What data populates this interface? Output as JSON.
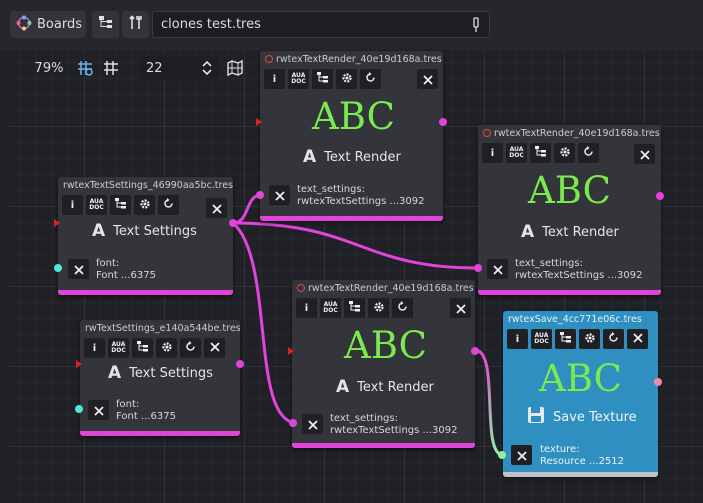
{
  "toolbar": {
    "boards_label": "Boards",
    "file_name": "clones test.tres"
  },
  "graph": {
    "zoom": "79%",
    "snap_value": "22"
  },
  "colors": {
    "accent_magenta": "#e044d8",
    "abc_green": "#7bea4e",
    "save_blue": "#2f8fc0"
  },
  "nodes": {
    "render1": {
      "title": "rwtexTextRender_40e19d168a.tres",
      "abc": "ABC",
      "caption": "Text Render",
      "param_name": "text_settings:",
      "param_value": "rwtexTextSettings ...3092"
    },
    "render2": {
      "title": "rwtexTextRender_40e19d168a.tres",
      "abc": "ABC",
      "caption": "Text Render",
      "param_name": "text_settings:",
      "param_value": "rwtexTextSettings ...3092"
    },
    "render3": {
      "title": "rwtexTextRender_40e19d168a.tres",
      "abc": "ABC",
      "caption": "Text Render",
      "param_name": "text_settings:",
      "param_value": "rwtexTextSettings ...3092"
    },
    "settings1": {
      "title": "rwtexTextSettings_46990aa5bc.tres",
      "caption": "Text Settings",
      "param_name": "font:",
      "param_value": "Font ...6375"
    },
    "settings2": {
      "title": "rwTextSettings_e140a544be.tres",
      "caption": "Text Settings",
      "param_name": "font:",
      "param_value": "Font ...6375"
    },
    "save": {
      "title": "rwtexSave_4cc771e06c.tres",
      "abc": "ABC",
      "caption": "Save Texture",
      "param_name": "texture:",
      "param_value": "Resource ...2512"
    }
  },
  "tool_labels": {
    "info": "i",
    "doc_top": "AUA",
    "doc_bottom": "DOC"
  }
}
